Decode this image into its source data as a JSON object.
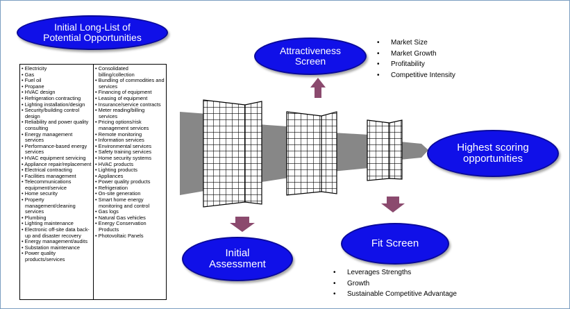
{
  "ovals": {
    "longlist": [
      "Initial Long-List of",
      "Potential Opportunities"
    ],
    "attractiveness": [
      "Attractiveness",
      "Screen"
    ],
    "highest": [
      "Highest scoring",
      "opportunities"
    ],
    "fit": [
      "Fit Screen"
    ],
    "initial": [
      "Initial",
      "Assessment"
    ]
  },
  "longlist": {
    "column1": [
      "Electricity",
      "Gas",
      "Fuel oil",
      "Propane",
      "HVAC design",
      "Refrigeration contracting",
      "Lighting installation/design",
      "Security/building control design",
      "Reliability and power quality consulting",
      "Energy management services",
      "Performance-based energy services",
      "HVAC equipment servicing",
      "Appliance repair/replacement",
      "Electrical contracting",
      "Facilities management",
      "Telecommunications equipment/service",
      "Home security",
      "Property management/cleaning services",
      "Plumbing",
      "Lighting maintenance",
      "Electronic off-site data back-up and disaster recovery",
      "Energy management/audits",
      "Substation maintenance",
      "Power quality products/services"
    ],
    "column2": [
      "Consolidated billing/collection",
      "Bundling of commodities and services",
      "Financing of equipment",
      "Leasing of equipment",
      "Insurance/service contracts",
      "Meter reading/billing services",
      "Pricing options/risk management services",
      "Remote monitoring",
      "Information services",
      "Environmental services",
      "Safety training services",
      "Home security systems",
      "HVAC products",
      "Lighting products",
      "Appliances",
      "Power quality products",
      "Refrigeration",
      "On-site generation",
      "Smart home energy monitoring and control",
      "Gas logs",
      "Natural Gas vehicles",
      "Energy Conservation Products",
      "Photovoltaic Panels"
    ]
  },
  "attractiveness_criteria": [
    "Market Size",
    "Market  Growth",
    "Profitability",
    "Competitive Intensity"
  ],
  "fit_criteria": [
    "Leverages Strengths",
    "Growth",
    "Sustainable Competitive Advantage"
  ],
  "colors": {
    "oval_fill": "#1010e8",
    "arrow": "#8b4a6e",
    "funnel": "#808080"
  }
}
